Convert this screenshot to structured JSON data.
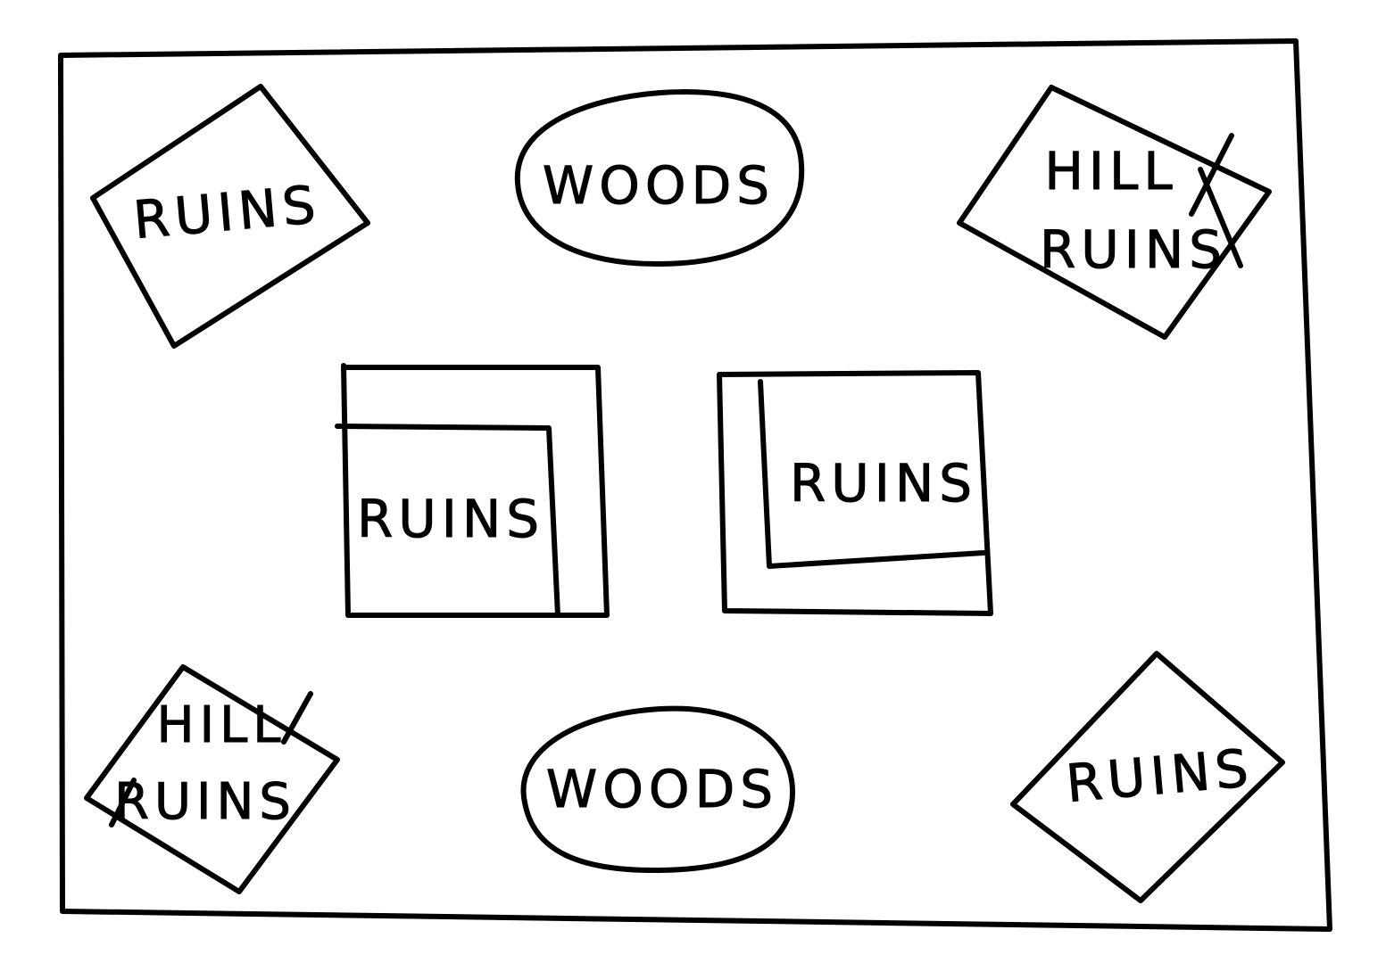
{
  "colors": {
    "ink": "#000000",
    "paper": "#ffffff"
  },
  "map": {
    "ruins_top_left": "RUINS",
    "woods_top": "WOODS",
    "hill_ruins_top_right": {
      "line1": "HILL",
      "line2": "RUINS"
    },
    "ruins_center_left": "RUINS",
    "ruins_center_right": "RUINS",
    "hill_ruins_bottom_left": {
      "line1": "HILL",
      "line2": "RUINS"
    },
    "woods_bottom": "WOODS",
    "ruins_bottom_right": "RUINS"
  }
}
